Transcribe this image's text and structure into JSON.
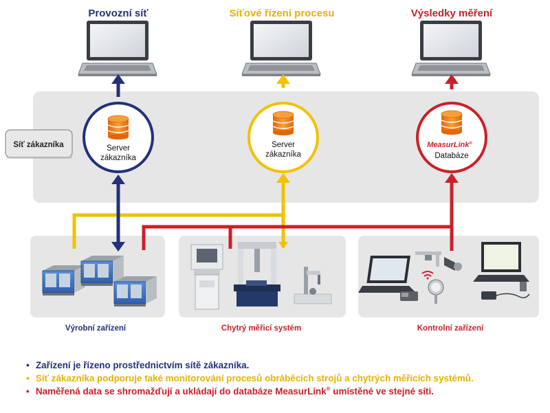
{
  "top_labels": {
    "left": "Provozní síť",
    "center": "Síťové řízení procesu",
    "right": "Výsledky měření"
  },
  "network_label": "Síť zákazníka",
  "servers": {
    "left": {
      "line1": "Server",
      "line2": "zákazníka"
    },
    "center": {
      "line1": "Server",
      "line2": "zákazníka"
    },
    "right": {
      "brand": "MeasurLink",
      "brand_mark": "®",
      "line2": "Databáze"
    }
  },
  "device_groups": {
    "left": "Výrobní zařízení",
    "center": "Chytrý měřicí systém",
    "right": "Kontrolní zařízení"
  },
  "bullets": [
    {
      "text": "Zařízení je řízeno prostřednictvím sítě zákazníka."
    },
    {
      "text": "Síť zákazníka podporuje také monitorování procesů obráběcích strojů a chytrých měřicích systémů."
    },
    {
      "text_before": "Naměřená data se shromažďují a ukládají do databáze MeasurLink",
      "sup": "®",
      "text_after": " umístěné ve stejné síti."
    }
  ],
  "colors": {
    "blue": "#22317a",
    "yellow": "#f2c100",
    "red": "#cc1f28",
    "db_orange": "#f07d1a",
    "panel_gray": "#e6e6e6"
  },
  "icons": {
    "monitors": "laptop-icon",
    "servers": "database-icon",
    "devices": "equipment-photo"
  }
}
